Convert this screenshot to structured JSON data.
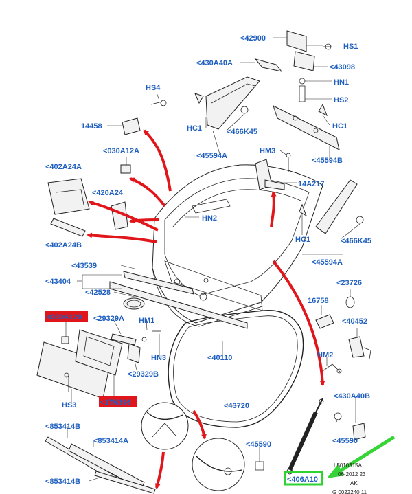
{
  "colors": {
    "label": "#1f5fbf",
    "arrow_red": "#e0161b",
    "highlight_red": "#e0161b",
    "highlight_green": "#2fd32f",
    "green_pointer": "#36d436"
  },
  "labels": {
    "p42900": "<42900",
    "hs1": "HS1",
    "p430a40a": "<430A40A",
    "p43098": "<43098",
    "hn1": "HN1",
    "hs4": "HS4",
    "hs2": "HS2",
    "p14458": "14458",
    "hc1_left": "HC1",
    "p466k45_left": "<466K45",
    "hc1_right": "HC1",
    "p030a12a": "<030A12A",
    "hm3": "HM3",
    "p45594a_top": "<45594A",
    "p45594b": "<45594B",
    "p402a24a": "<402A24A",
    "p14a217": "14A217",
    "p420a24": "<420A24",
    "hn2": "HN2",
    "hc1_mid": "HC1",
    "p466k45_right": "<466K45",
    "p402a24b": "<402A24B",
    "p45594a_bottom": "<45594A",
    "p43539": "<43539",
    "p23726": "<23726",
    "p43404": "<43404",
    "p42528": "<42528",
    "p16758": "16758",
    "p030a120": "<030A120",
    "p29329a": "<29329A",
    "p40452": "<40452",
    "hm1": "HM1",
    "hn3": "HN3",
    "p40110": "<40110",
    "hm2": "HM2",
    "p29329b": "<29329B",
    "hs3": "HS3",
    "p17n396": "<17N396",
    "p430a40b": "<430A40B",
    "p43720": "<43720",
    "p853414b_top": "<853414B",
    "p853414a": "<853414A",
    "p45590_left": "<45590",
    "p45590_right": "<45590",
    "p406a10": "<406A10",
    "p853414b_bottom": "<853414B",
    "ref_code": "L5010315A",
    "ref_date": "06-2012 23",
    "ref_rev": "AK",
    "ref_id": "G 0022240 11"
  }
}
